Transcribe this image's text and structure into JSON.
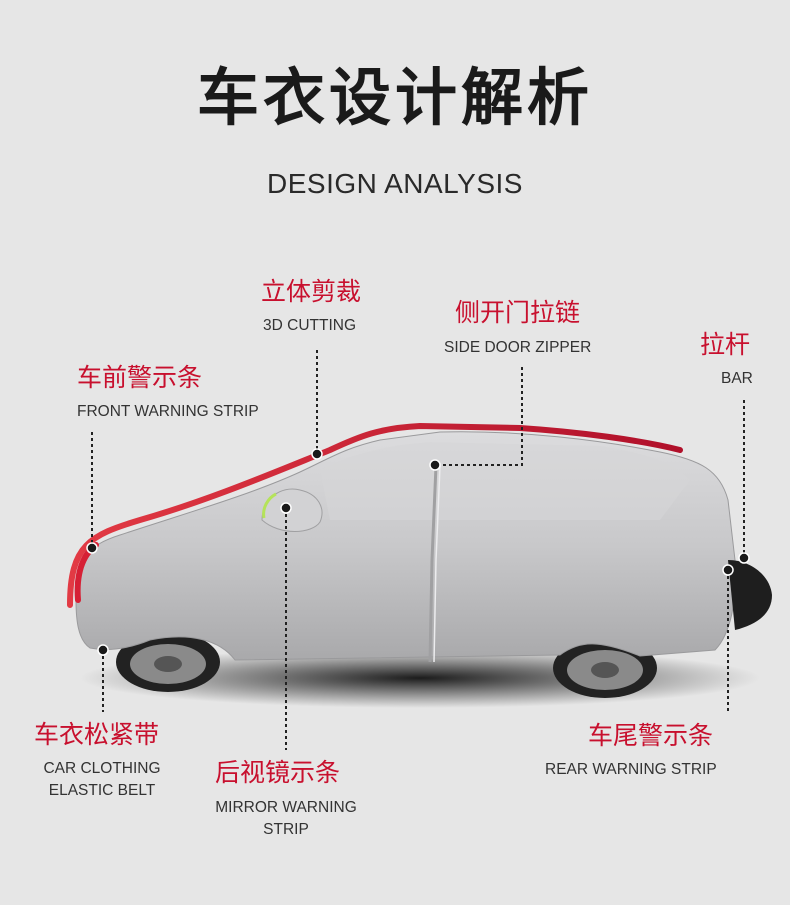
{
  "title": {
    "cn": "车衣设计解析",
    "en": "DESIGN ANALYSIS"
  },
  "callouts": {
    "cutting": {
      "cn": "立体剪裁",
      "en": "3D CUTTING"
    },
    "zipper": {
      "cn": "侧开门拉链",
      "en": "SIDE DOOR ZIPPER"
    },
    "bar": {
      "cn": "拉杆",
      "en": "BAR"
    },
    "front_strip": {
      "cn": "车前警示条",
      "en": "FRONT WARNING STRIP"
    },
    "elastic": {
      "cn": "车衣松紧带",
      "en_line1": "CAR CLOTHING",
      "en_line2": "ELASTIC BELT"
    },
    "mirror": {
      "cn": "后视镜示条",
      "en_line1": "MIRROR WARNING",
      "en_line2": "STRIP"
    },
    "rear_strip": {
      "cn": "车尾警示条",
      "en": "REAR WARNING STRIP"
    }
  },
  "colors": {
    "accent": "#c8102e",
    "cover": "#c9c9cb",
    "background": "#e6e6e6"
  }
}
